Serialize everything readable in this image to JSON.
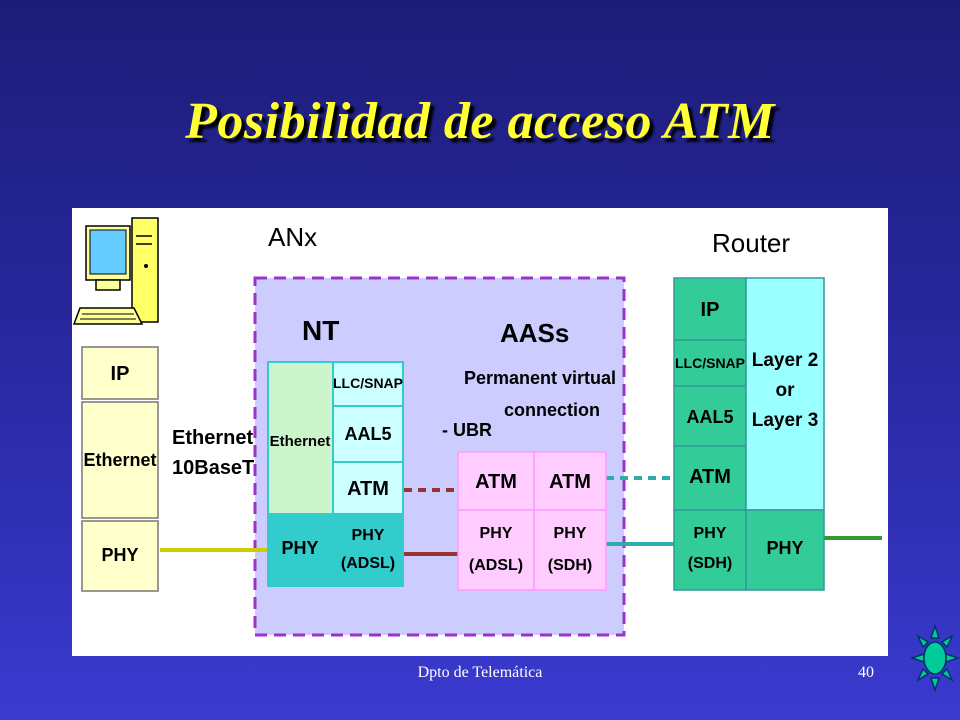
{
  "slide": {
    "title": "Posibilidad de acceso ATM",
    "footer": "Dpto de Telemática",
    "page_number": "40"
  },
  "diagram": {
    "labels": {
      "anx": "ANx",
      "router": "Router",
      "nt": "NT",
      "aass": "AASs",
      "pvc_line1": "Permanent virtual",
      "pvc_line2": "connection",
      "ubr": "- UBR",
      "link_line1": "Ethernet",
      "link_line2": "10BaseT"
    },
    "pc_stack": {
      "ip": "IP",
      "ethernet": "Ethernet",
      "phy": "PHY"
    },
    "nt_stack": {
      "ethernet": "Ethernet",
      "llc": "LLC/SNAP",
      "aal5": "AAL5",
      "atm": "ATM",
      "phy": "PHY",
      "phy_adsl_1": "PHY",
      "phy_adsl_2": "(ADSL)"
    },
    "aas_stack": {
      "atm_left": "ATM",
      "atm_right": "ATM",
      "phy_left_1": "PHY",
      "phy_left_2": "(ADSL)",
      "phy_right_1": "PHY",
      "phy_right_2": "(SDH)"
    },
    "router_stack": {
      "ip": "IP",
      "llc": "LLC/SNAP",
      "aal5": "AAL5",
      "atm": "ATM",
      "phy_sdh_1": "PHY",
      "phy_sdh_2": "(SDH)",
      "layer_1": "Layer 2",
      "layer_2": "or",
      "layer_3": "Layer 3",
      "phy": "PHY"
    },
    "colors": {
      "pc_box": "#ffffcc",
      "nt_ethernet": "#ccf5cc",
      "cyan_light": "#ccffff",
      "cyan_mid": "#33cccc",
      "pink": "#ffccff",
      "anx_region": "#ccccff",
      "anx_border": "#9933cc",
      "router_teal": "#33cc99",
      "router_light": "#99ffff",
      "line_yellow": "#cccc00",
      "line_maroon": "#993333",
      "line_teal": "#33aaaa",
      "line_green": "#339933"
    }
  }
}
